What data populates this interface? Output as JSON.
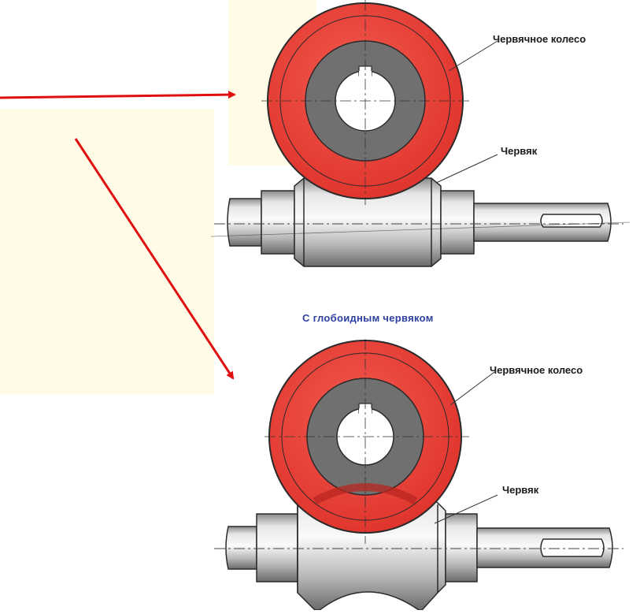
{
  "figure_top": {
    "wheel_label": "Червячное колесо",
    "worm_label": "Червяк"
  },
  "caption": "С глобоидным червяком",
  "figure_bottom": {
    "wheel_label": "Червячное колесо",
    "worm_label": "Червяк"
  },
  "colors": {
    "wheel_rim": "#e8413a",
    "wheel_hub": "#707070",
    "shaft": "#d4d4d4",
    "arrow": "#e01010",
    "panel": "#fffbe6",
    "caption": "#2d3fa0"
  },
  "icons": {
    "arrow_1": "arrow-right-icon",
    "arrow_2": "arrow-down-right-icon"
  }
}
